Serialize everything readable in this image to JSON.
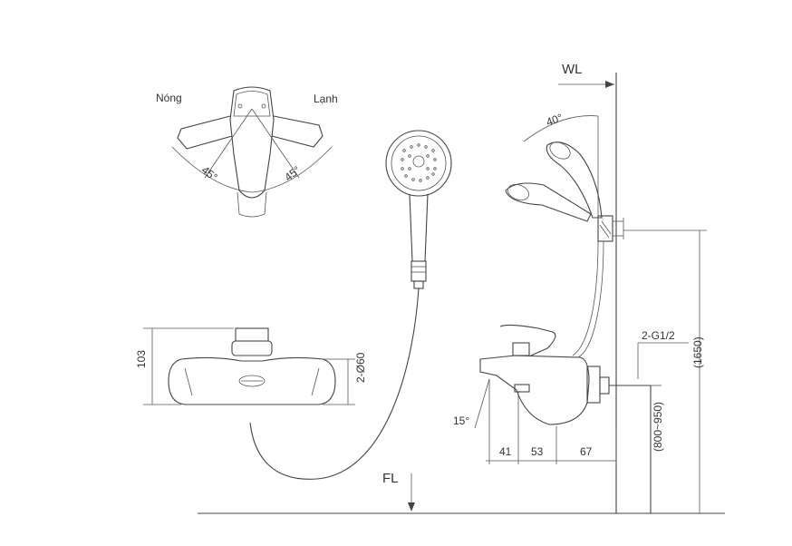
{
  "labels": {
    "hot": "Nóng",
    "cold": "Lạnh",
    "angle_left": "45°",
    "angle_right": "45°",
    "angle_tilt": "40°",
    "spout_angle": "15°",
    "wl": "WL",
    "fl": "FL",
    "dim_103": "103",
    "dim_dia": "2-Ø60",
    "dim_41": "41",
    "dim_53": "53",
    "dim_67": "67",
    "connection": "2-G1/2",
    "dim_1650": "(1650)",
    "dim_800_950": "(800~950)"
  }
}
